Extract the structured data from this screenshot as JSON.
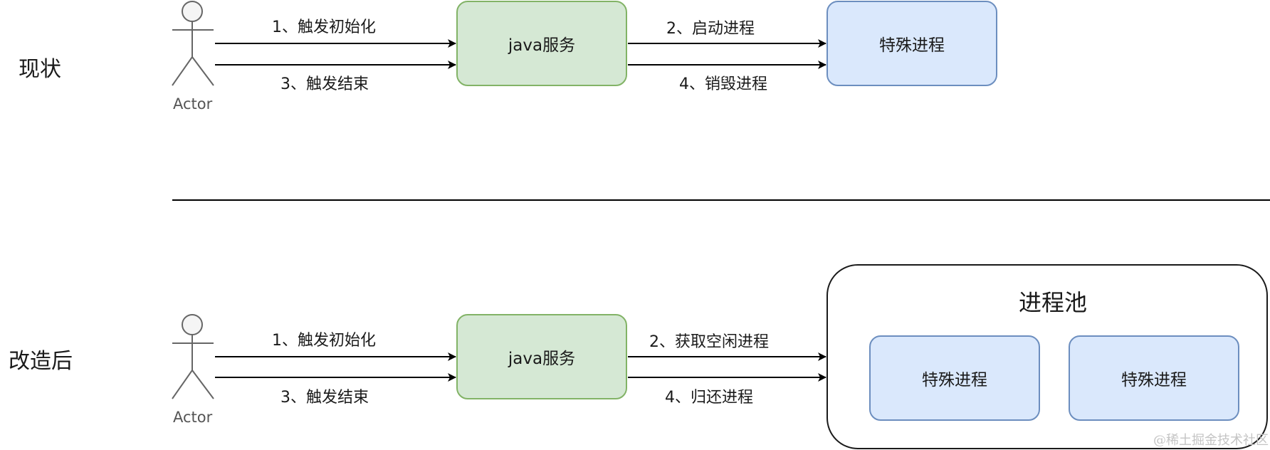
{
  "sections": {
    "current": "现状",
    "improved": "改造后"
  },
  "current_flow": {
    "actor": "Actor",
    "java_service": "java服务",
    "special_process": "特殊进程",
    "edge_1": "1、触发初始化",
    "edge_2": "2、启动进程",
    "edge_3": "3、触发结束",
    "edge_4": "4、销毁进程"
  },
  "improved_flow": {
    "actor": "Actor",
    "java_service": "java服务",
    "pool_title": "进程池",
    "pool_process_1": "特殊进程",
    "pool_process_2": "特殊进程",
    "edge_1": "1、触发初始化",
    "edge_2": "2、获取空闲进程",
    "edge_3": "3、触发结束",
    "edge_4": "4、归还进程"
  },
  "colors": {
    "service_fill": "#d5e8d4",
    "service_border": "#82b366",
    "process_fill": "#dae8fc",
    "process_border": "#6c8ebf",
    "actor_fill": "#f5f5f5",
    "actor_stroke": "#666666"
  },
  "watermark": "@稀土掘金技术社区"
}
